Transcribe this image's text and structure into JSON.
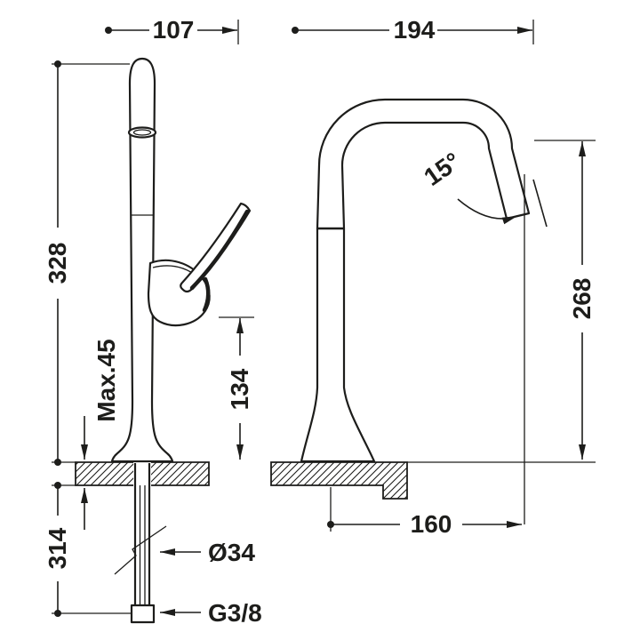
{
  "drawing": {
    "dims": {
      "front_width": "107",
      "side_depth": "194",
      "total_height": "328",
      "max_deck_thickness": "Max.45",
      "handle_height": "134",
      "under_counter_length": "314",
      "spout_height": "268",
      "spout_reach": "160",
      "swivel_angle": "15°",
      "shank_diameter": "Ø34",
      "inlet_thread": "G3/8"
    },
    "colors": {
      "line": "#1d1d1b",
      "background": "#ffffff"
    }
  }
}
